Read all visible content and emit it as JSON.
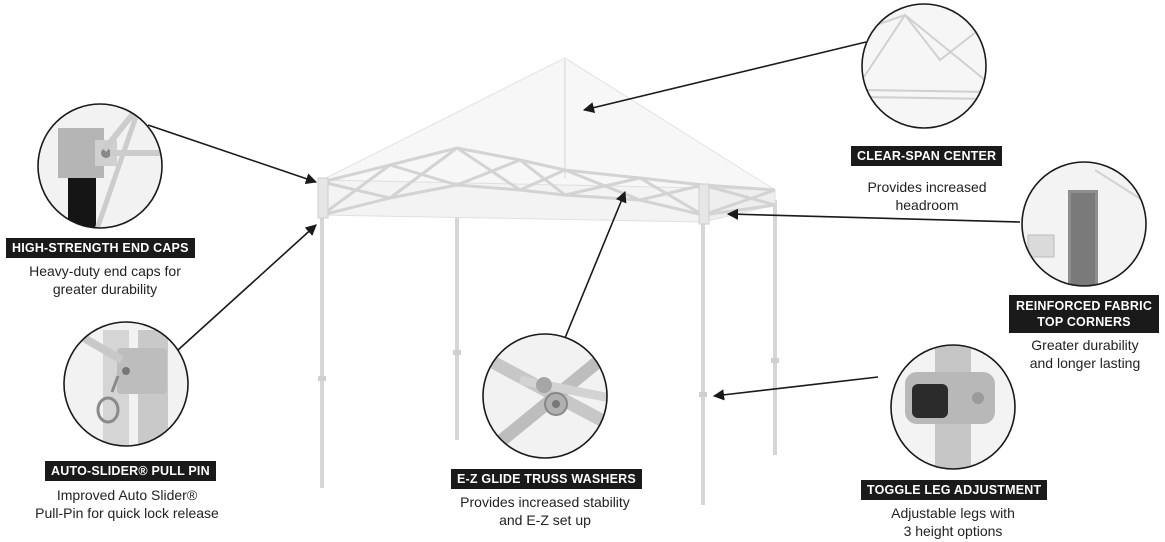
{
  "features": [
    {
      "id": "end_caps",
      "title": "HIGH-STRENGTH END CAPS",
      "desc": [
        "Heavy-duty end caps for",
        "greater durability"
      ]
    },
    {
      "id": "pull_pin",
      "title": "AUTO-SLIDER® PULL PIN",
      "desc": [
        "Improved Auto Slider®",
        "Pull-Pin for quick lock release"
      ]
    },
    {
      "id": "truss_washers",
      "title": "E-Z GLIDE TRUSS WASHERS",
      "desc": [
        "Provides increased stability",
        "and E-Z set up"
      ]
    },
    {
      "id": "clear_span",
      "title": "CLEAR-SPAN CENTER",
      "desc": [
        "Provides increased",
        "headroom"
      ]
    },
    {
      "id": "fabric_corners",
      "title": [
        "REINFORCED FABRIC",
        "TOP CORNERS"
      ],
      "desc": [
        "Greater durability",
        "and longer lasting"
      ]
    },
    {
      "id": "toggle_leg",
      "title": "TOGGLE LEG ADJUSTMENT",
      "desc": [
        "Adjustable legs with",
        "3 height options"
      ]
    }
  ],
  "colors": {
    "label_bg": "#1a1a1a",
    "label_text": "#ffffff",
    "frame": "#d9d9d9",
    "canopy": "#f7f7f7"
  }
}
